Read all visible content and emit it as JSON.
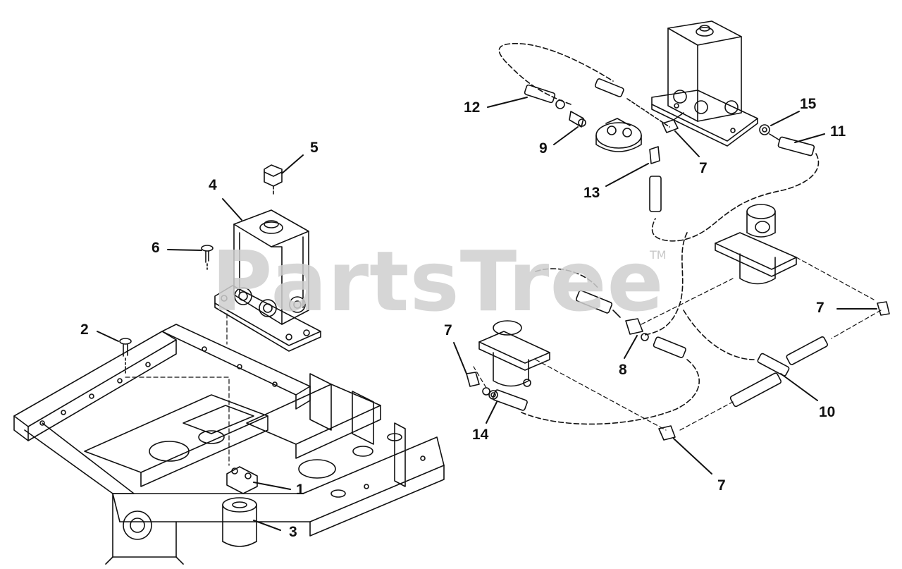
{
  "watermark": {
    "text": "PartsTree",
    "trademark": "TM"
  },
  "labels": {
    "l1": "1",
    "l2": "2",
    "l3": "3",
    "l4": "4",
    "l5": "5",
    "l6": "6",
    "l7a": "7",
    "l7b": "7",
    "l7c": "7",
    "l7d": "7",
    "l8": "8",
    "l9": "9",
    "l10": "10",
    "l11": "11",
    "l12": "12",
    "l13": "13",
    "l14": "14",
    "l15": "15"
  }
}
